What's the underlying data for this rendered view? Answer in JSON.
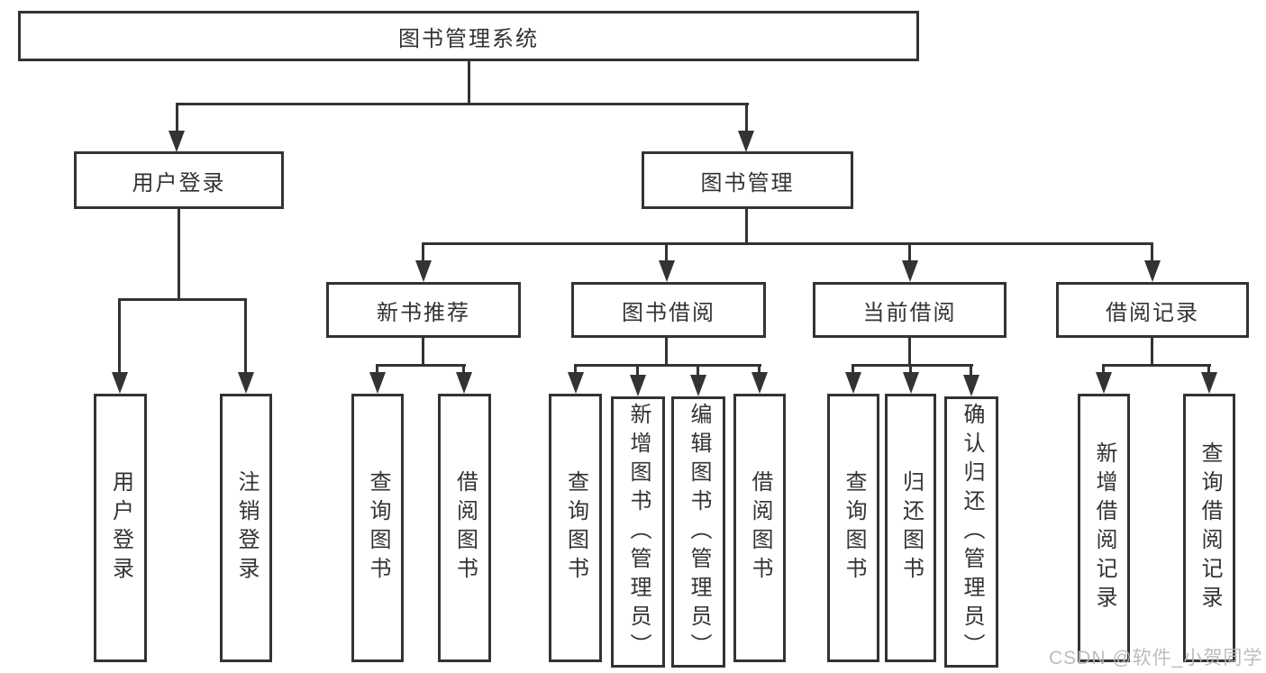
{
  "diagram_title": "图书管理系统",
  "tree": {
    "root": {
      "label": "图书管理系统"
    },
    "level2": [
      {
        "label": "用户登录",
        "parent": "图书管理系统"
      },
      {
        "label": "图书管理",
        "parent": "图书管理系统"
      }
    ],
    "level3": [
      {
        "label": "新书推荐",
        "parent": "图书管理"
      },
      {
        "label": "图书借阅",
        "parent": "图书管理"
      },
      {
        "label": "当前借阅",
        "parent": "图书管理"
      },
      {
        "label": "借阅记录",
        "parent": "图书管理"
      }
    ],
    "leaves": [
      {
        "label": "用户登录",
        "parent": "用户登录"
      },
      {
        "label": "注销登录",
        "parent": "用户登录"
      },
      {
        "label": "查询图书",
        "parent": "新书推荐"
      },
      {
        "label": "借阅图书",
        "parent": "新书推荐"
      },
      {
        "label": "查询图书",
        "parent": "图书借阅"
      },
      {
        "label": "新增图书（管理员）",
        "parent": "图书借阅"
      },
      {
        "label": "编辑图书（管理员）",
        "parent": "图书借阅"
      },
      {
        "label": "借阅图书",
        "parent": "图书借阅"
      },
      {
        "label": "查询图书",
        "parent": "当前借阅"
      },
      {
        "label": "归还图书",
        "parent": "当前借阅"
      },
      {
        "label": "确认归还（管理员）",
        "parent": "当前借阅"
      },
      {
        "label": "新增借阅记录",
        "parent": "借阅记录"
      },
      {
        "label": "查询借阅记录",
        "parent": "借阅记录"
      }
    ]
  },
  "watermark": "CSDN @软件_小贺同学",
  "colors": {
    "line": "#333333",
    "box_background": "#ffffff",
    "text": "#333333",
    "watermark": "#b7b7b7"
  }
}
